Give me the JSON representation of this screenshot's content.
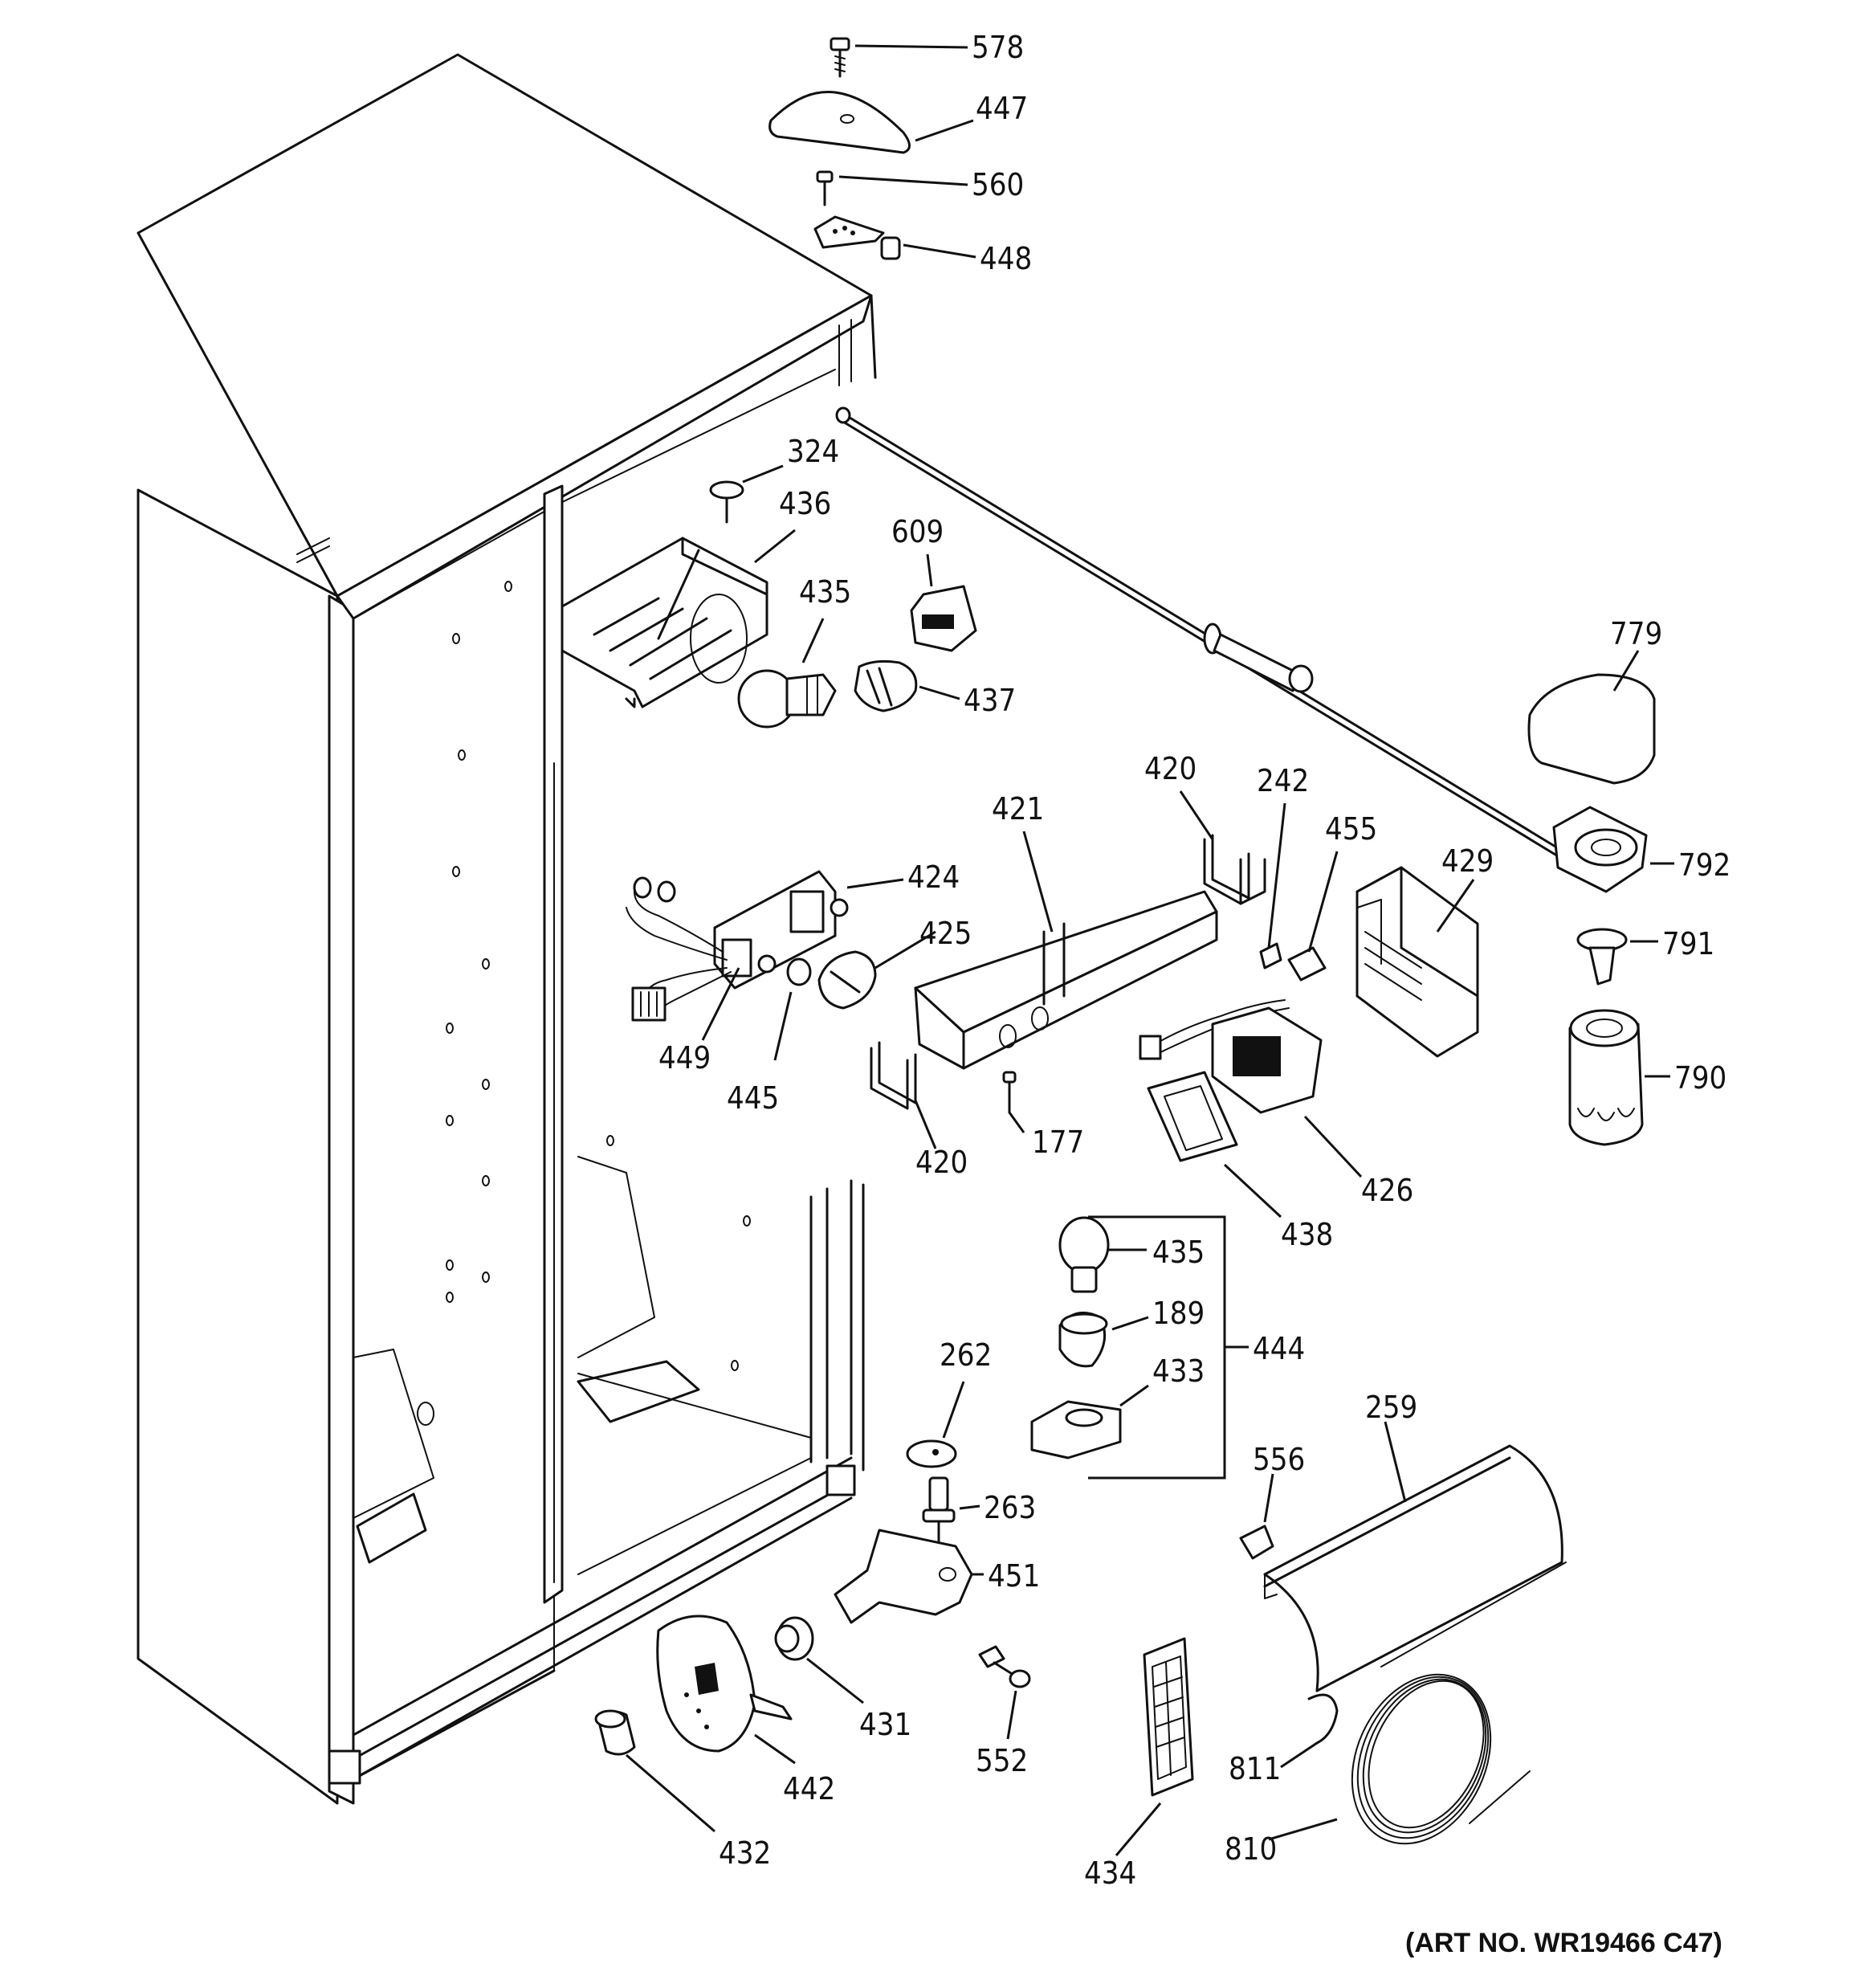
{
  "art_number": "(ART NO. WR19466 C47)",
  "labels": {
    "p578": "578",
    "p447": "447",
    "p560": "560",
    "p448": "448",
    "p324": "324",
    "p436": "436",
    "p609": "609",
    "p435a": "435",
    "p437": "437",
    "p779": "779",
    "p420a": "420",
    "p242": "242",
    "p421": "421",
    "p455": "455",
    "p429": "429",
    "p424": "424",
    "p792": "792",
    "p425": "425",
    "p791": "791",
    "p449": "449",
    "p445": "445",
    "p790": "790",
    "p177": "177",
    "p420b": "420",
    "p426": "426",
    "p438": "438",
    "p435b": "435",
    "p189": "189",
    "p444": "444",
    "p262": "262",
    "p433": "433",
    "p259": "259",
    "p556": "556",
    "p263": "263",
    "p451": "451",
    "p431": "431",
    "p552": "552",
    "p442": "442",
    "p811": "811",
    "p432": "432",
    "p434": "434",
    "p810": "810"
  }
}
